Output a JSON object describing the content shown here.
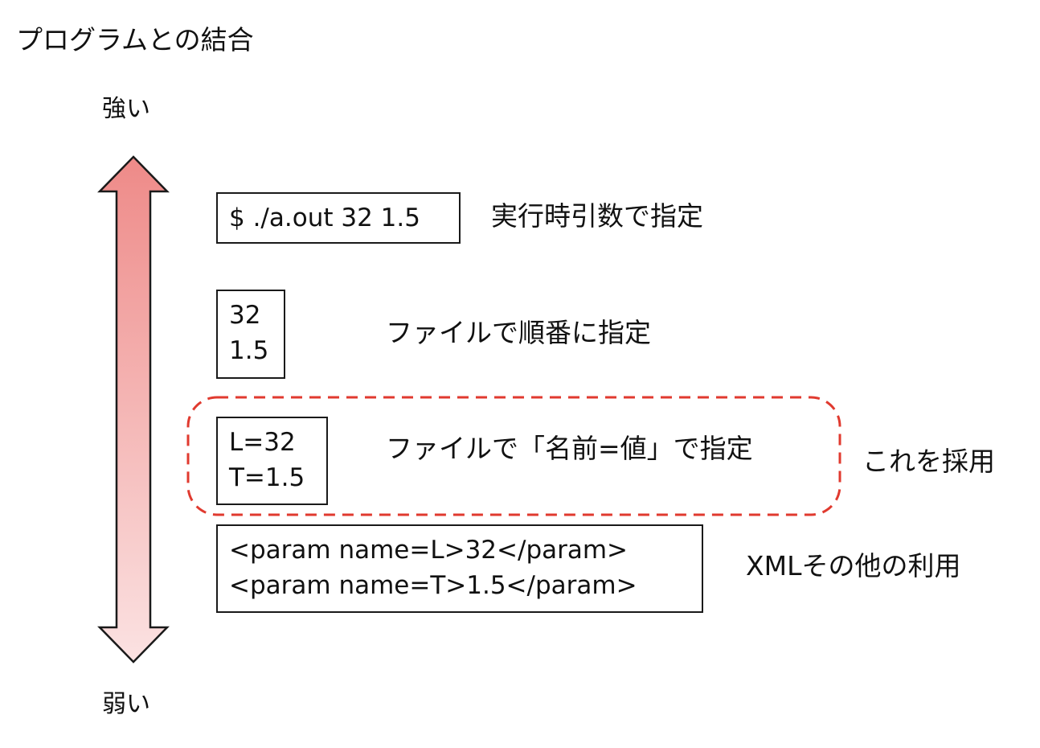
{
  "title": "プログラムとの結合",
  "axis": {
    "strong_label": "強い",
    "weak_label": "弱い",
    "gradient_top": "#ee8a88",
    "gradient_bottom": "#fbe2e2",
    "stroke": "#1a1a1a"
  },
  "methods": [
    {
      "lines": [
        "$ ./a.out 32 1.5"
      ],
      "description": "実行時引数で指定"
    },
    {
      "lines": [
        "32",
        "1.5"
      ],
      "description": "ファイルで順番に指定"
    },
    {
      "lines": [
        "L=32",
        "T=1.5"
      ],
      "description": "ファイルで「名前=値」で指定"
    },
    {
      "lines": [
        "<param name=L>32</param>",
        "<param name=T>1.5</param>"
      ],
      "description": "XMLその他の利用"
    }
  ],
  "highlight": {
    "label": "これを採用",
    "color": "#e03a2f"
  }
}
